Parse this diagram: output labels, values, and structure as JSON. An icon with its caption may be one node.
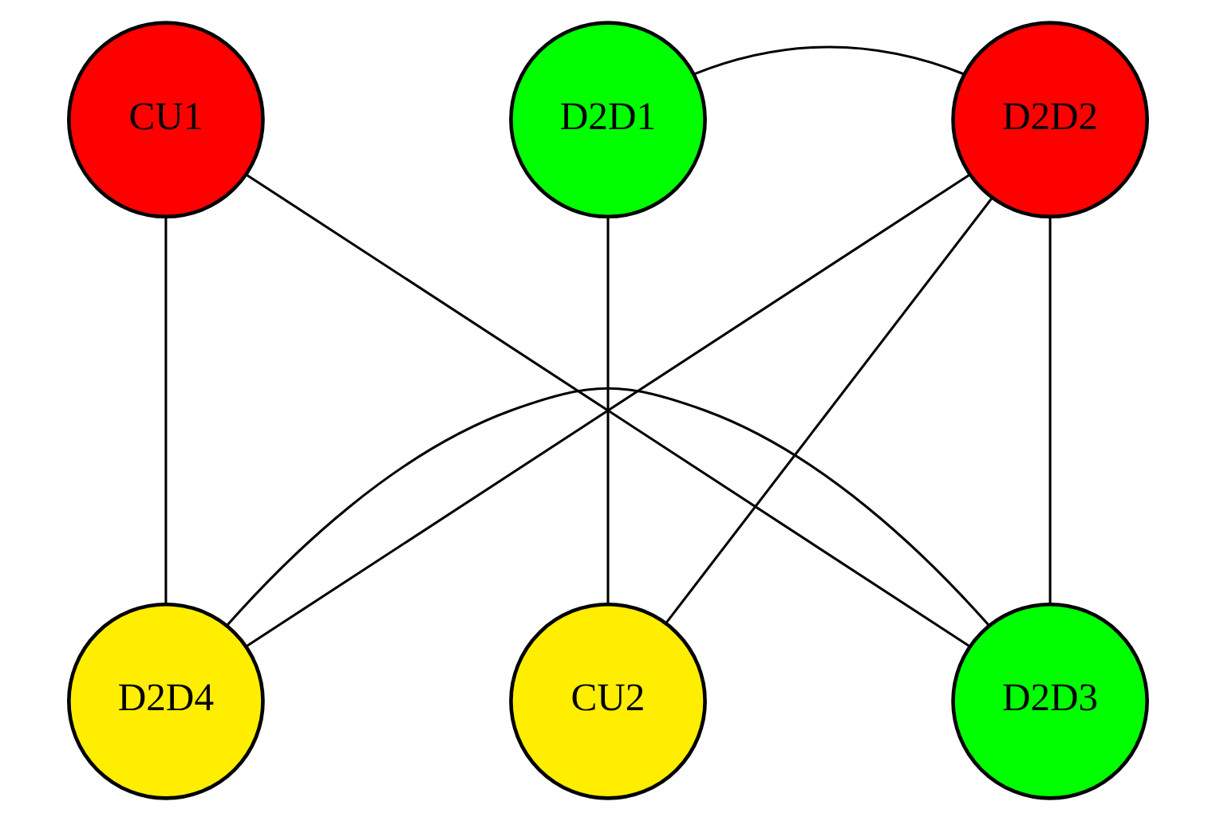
{
  "diagram": {
    "nodes": [
      {
        "text": [
          "CU1"
        ]
      },
      {
        "text": [
          "D2D1"
        ]
      },
      {
        "text": [
          "D2D2"
        ]
      },
      {
        "text": [
          "D2D4"
        ]
      },
      {
        "text": [
          "CU2"
        ]
      },
      {
        "text": [
          "D2D3"
        ]
      }
    ],
    "edges": [
      {
        "from": 0,
        "to": 3,
        "arrow": "none"
      },
      {
        "from": 0,
        "to": 5,
        "arrow": "none"
      },
      {
        "from": 1,
        "to": 2,
        "arrow": "none"
      },
      {
        "from": 1,
        "to": 4,
        "arrow": "none"
      },
      {
        "from": 2,
        "to": 3,
        "arrow": "none"
      },
      {
        "from": 2,
        "to": 4,
        "arrow": "none"
      },
      {
        "from": 2,
        "to": 5,
        "arrow": "none"
      },
      {
        "from": 3,
        "to": 5,
        "arrow": "none"
      }
    ]
  }
}
